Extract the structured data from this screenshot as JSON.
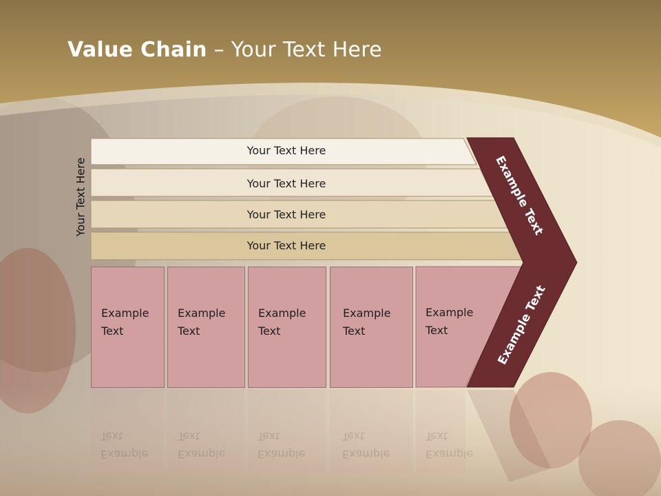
{
  "title": {
    "bold": "Value Chain",
    "rest": " – Your Text Here"
  },
  "side_label": "Your Text Here",
  "bars": [
    {
      "label": "Your Text Here"
    },
    {
      "label": "Your Text Here"
    },
    {
      "label": "Your Text Here"
    },
    {
      "label": "Your Text Here"
    }
  ],
  "boxes": [
    {
      "label": "Example\nText"
    },
    {
      "label": "Example\nText"
    },
    {
      "label": "Example\nText"
    },
    {
      "label": "Example\nText"
    },
    {
      "label": "Example\nText"
    }
  ],
  "chevron": {
    "upper_label": "Example Text",
    "lower_label": "Example Text"
  },
  "colors": {
    "header_gold": "#b89a5a",
    "chevron_dark": "#6b2d2f",
    "box_pink": "#d19fa0",
    "bar_1": "#f6f1e6",
    "bar_2": "#efe5d2",
    "bar_3": "#e6d7b9",
    "bar_4": "#dbc79d"
  }
}
